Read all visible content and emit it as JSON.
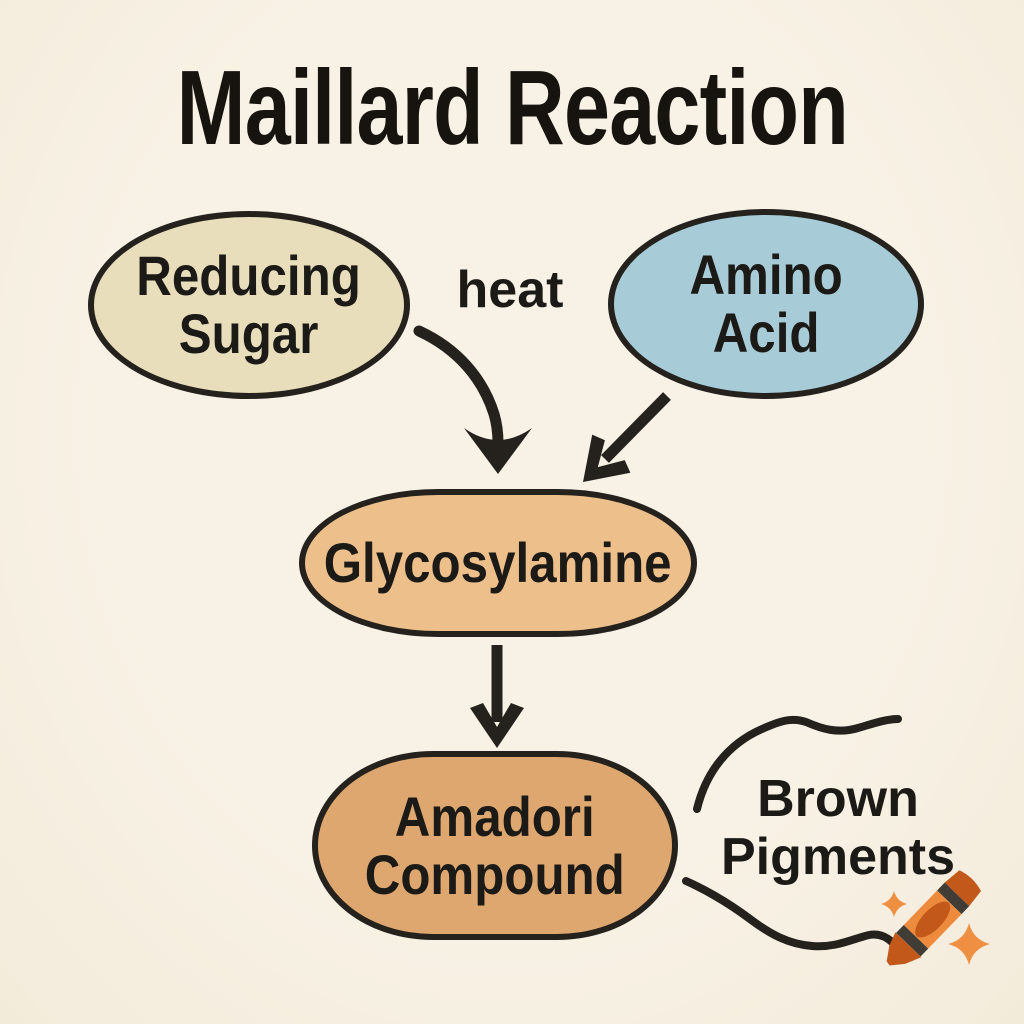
{
  "title": "Maillard Reaction",
  "heat_label": "heat",
  "nodes": {
    "reducing_sugar": {
      "line1": "Reducing",
      "line2": "Sugar",
      "fill": "#e8debb"
    },
    "amino_acid": {
      "line1": "Amino",
      "line2": "Acid",
      "fill": "#a7ccd8"
    },
    "glycosylamine": {
      "label": "Glycosylamine",
      "fill": "#ecbf8b"
    },
    "amadori_compound": {
      "line1": "Amadori",
      "line2": "Compound",
      "fill": "#dfa770"
    }
  },
  "result_label": {
    "line1": "Brown",
    "line2": "Pigments"
  },
  "colors": {
    "background": "#f7f0e2",
    "outline": "#25221d",
    "text": "#1c1a16",
    "crayon_body": "#ed8a3c",
    "crayon_dark": "#c2591b",
    "crayon_stripe": "#413d36",
    "sparkle": "#ee8f42"
  },
  "icons": {
    "crayon": "crayon-icon",
    "sparkle": "sparkle-icon"
  }
}
